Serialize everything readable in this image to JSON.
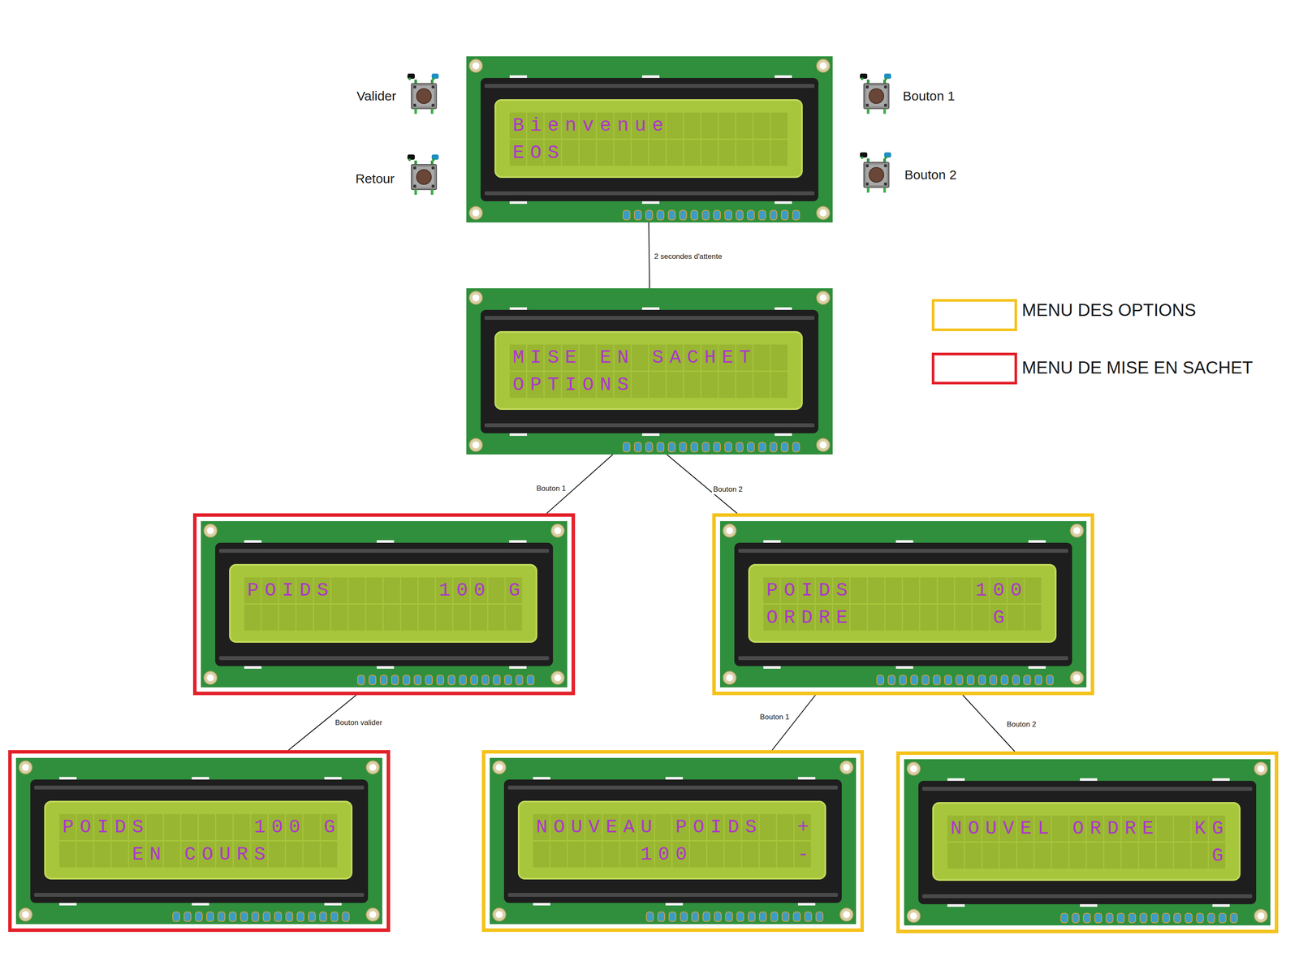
{
  "diagram": {
    "nodes": [
      {
        "text": [
          "Bienvenue",
          "EOS"
        ]
      },
      {
        "text": [
          "MISE EN SACHET",
          "OPTIONS"
        ]
      },
      {
        "text": [
          "POIDS",
          "100",
          "G"
        ]
      },
      {
        "text": [
          "POIDS",
          "100",
          "ORDRE",
          "G"
        ]
      },
      {
        "text": [
          "POIDS",
          "100",
          "G",
          "EN COURS"
        ]
      },
      {
        "text": [
          "NOUVEAU POIDS",
          "+",
          "100",
          "-"
        ]
      },
      {
        "text": [
          "NOUVEL ORDRE",
          "KG",
          "G"
        ]
      }
    ],
    "edges": [
      {
        "from": 0,
        "to": 1,
        "label": "2 secondes d'attente",
        "arrow": "none"
      },
      {
        "from": 1,
        "to": 2,
        "label": "Bouton 1",
        "arrow": "none"
      },
      {
        "from": 1,
        "to": 3,
        "label": "Bouton 2",
        "arrow": "none"
      },
      {
        "from": 2,
        "to": 4,
        "label": "Bouton valider",
        "arrow": "none"
      },
      {
        "from": 3,
        "to": 5,
        "label": "Bouton 1",
        "arrow": "none"
      },
      {
        "from": 3,
        "to": 6,
        "label": "Bouton 2",
        "arrow": "none"
      }
    ],
    "labels": [
      "Valider",
      "Retour",
      "Bouton 1",
      "Bouton 2"
    ],
    "legend": [
      {
        "text": "MENU DES OPTIONS",
        "color": "#f5c21b"
      },
      {
        "text": "MENU DE MISE EN SACHET",
        "color": "#e3202a"
      }
    ]
  }
}
